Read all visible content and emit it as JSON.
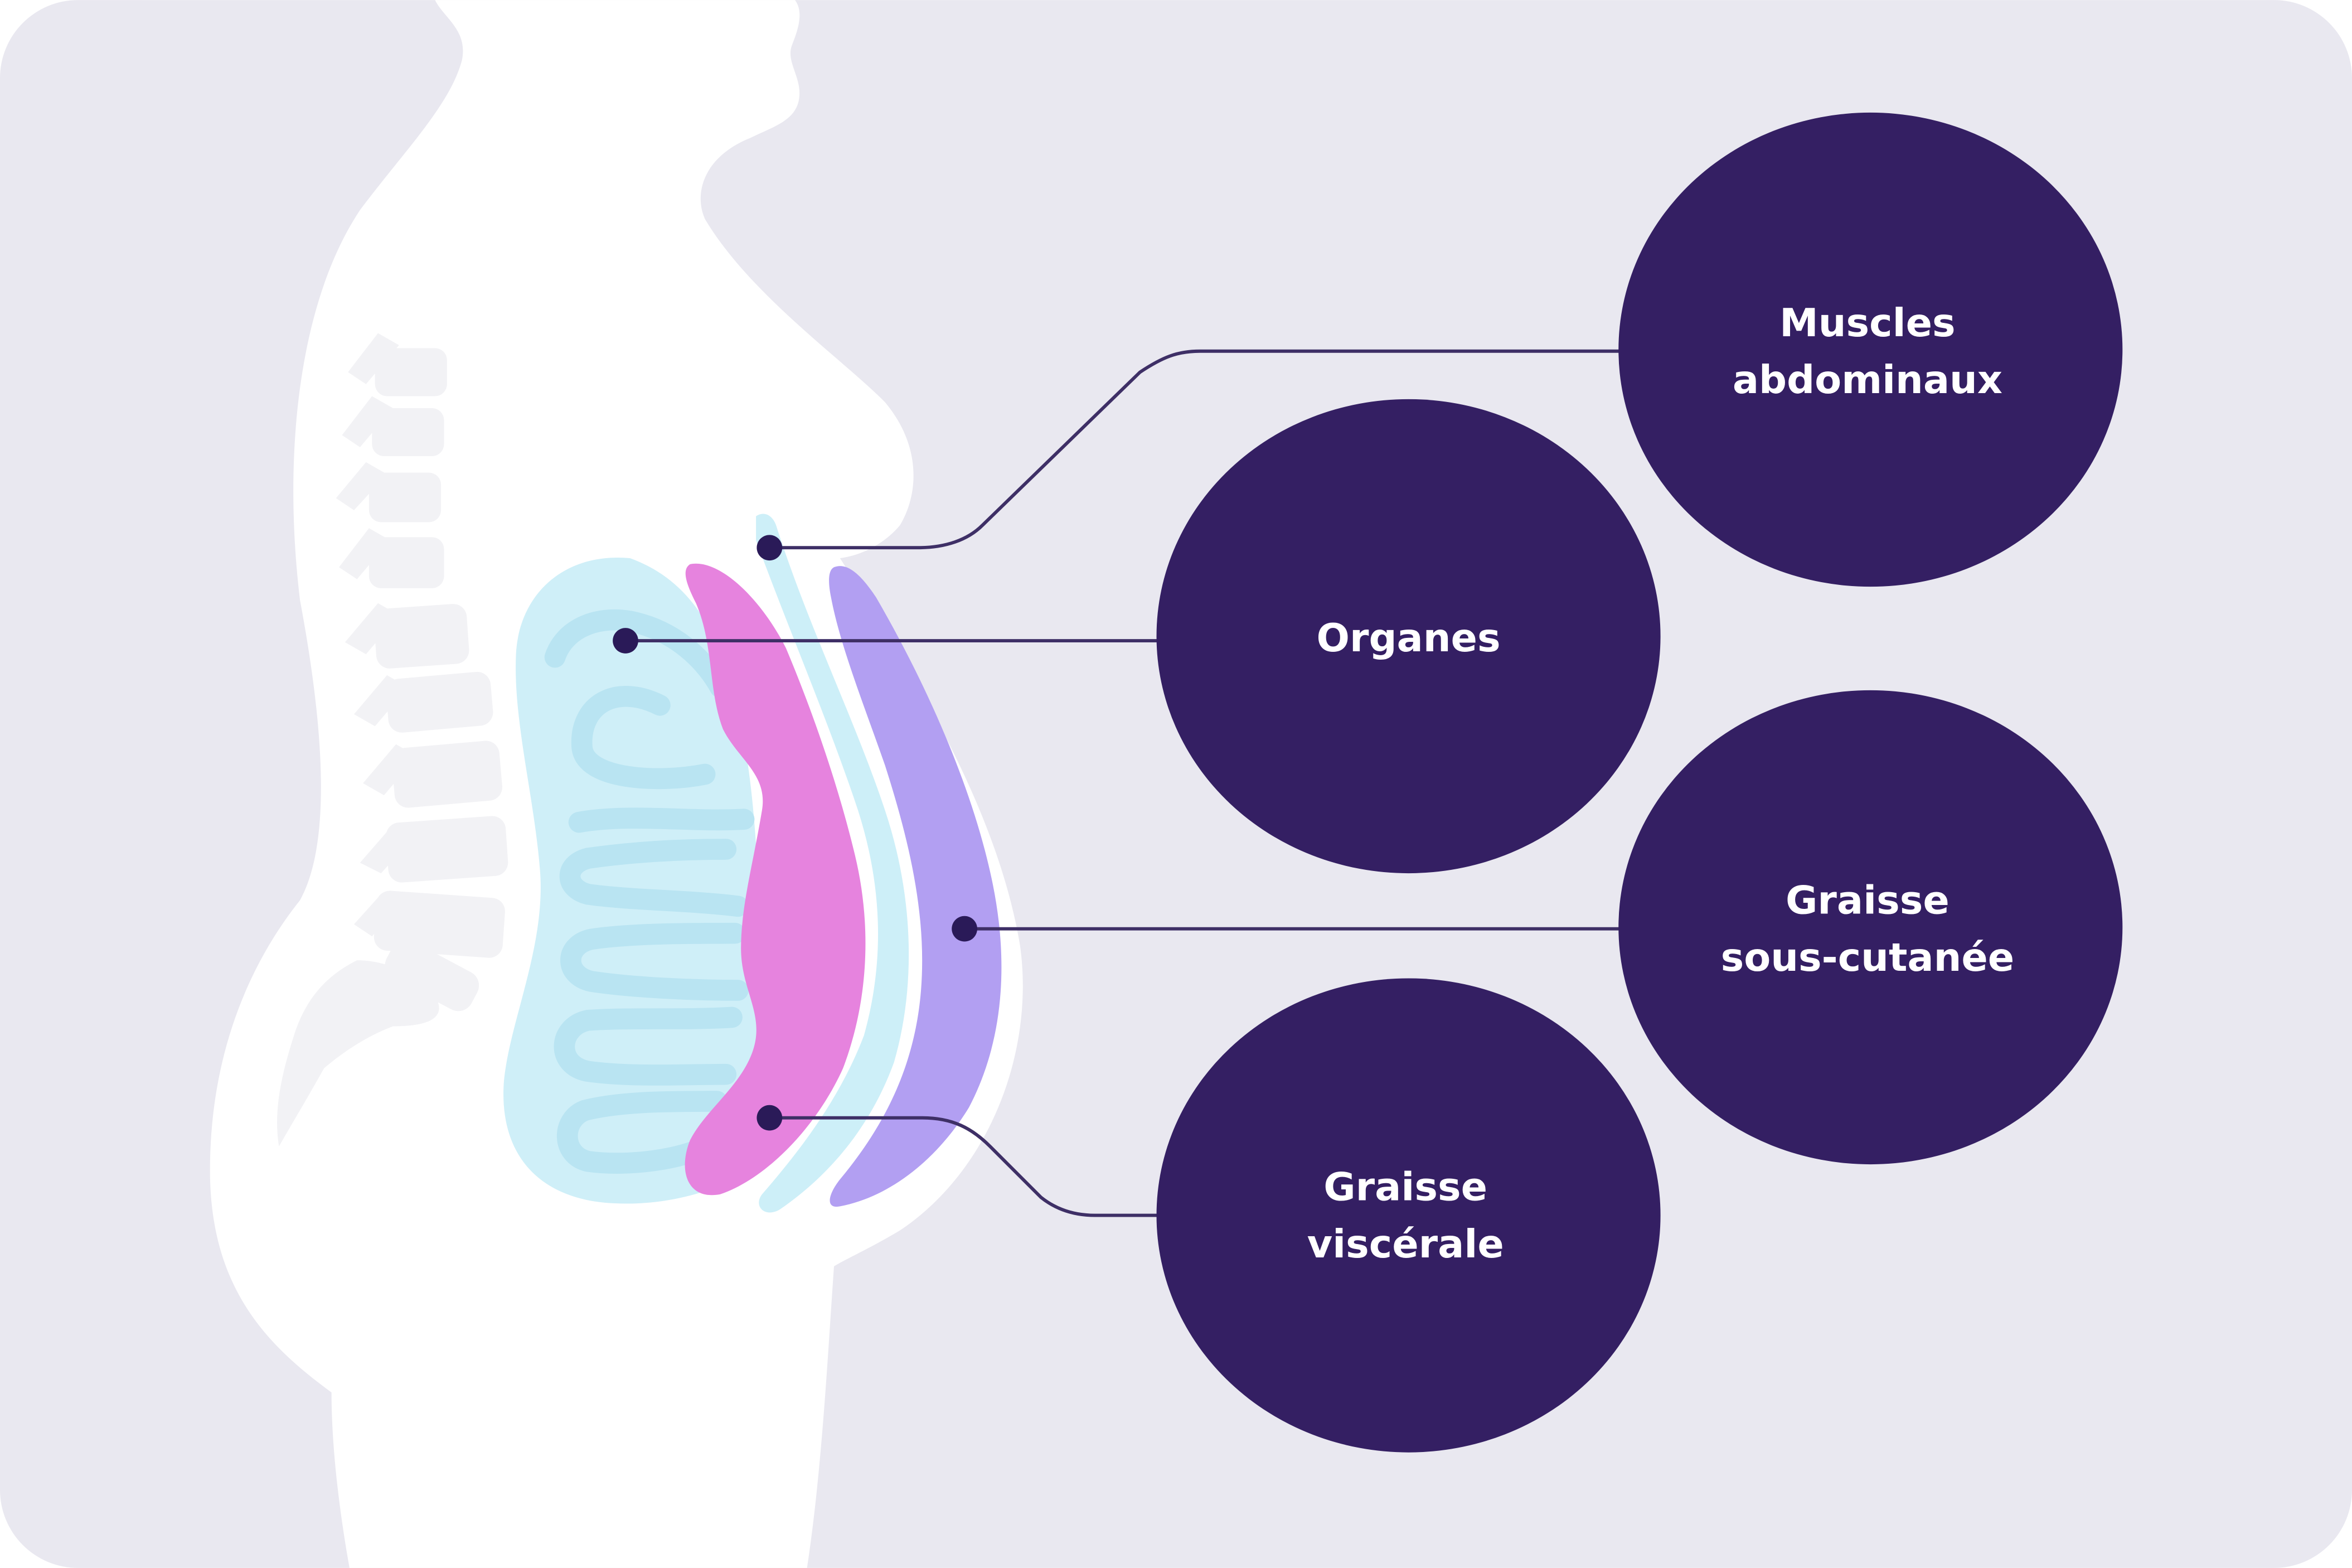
{
  "colors": {
    "background": "#E9E8F0",
    "silhouette": "#FFFFFF",
    "spine": "#F2F2F5",
    "organs": "#CFEFF8",
    "visceral_fat": "#E683DE",
    "abdominal_muscle": "#CDEFF8",
    "subcutaneous_fat": "#B29FF2",
    "bubble": "#341F63",
    "bubble_text": "#FFFFFF",
    "line": "#3E2F66",
    "marker": "#2A1A58"
  },
  "labels": {
    "muscles": {
      "line1": "Muscles",
      "line2": "abdominaux"
    },
    "organs": {
      "line1": "Organes"
    },
    "subcutaneous": {
      "line1": "Graisse",
      "line2": "sous-cutanée"
    },
    "visceral": {
      "line1": "Graisse",
      "line2": "viscérale"
    }
  }
}
